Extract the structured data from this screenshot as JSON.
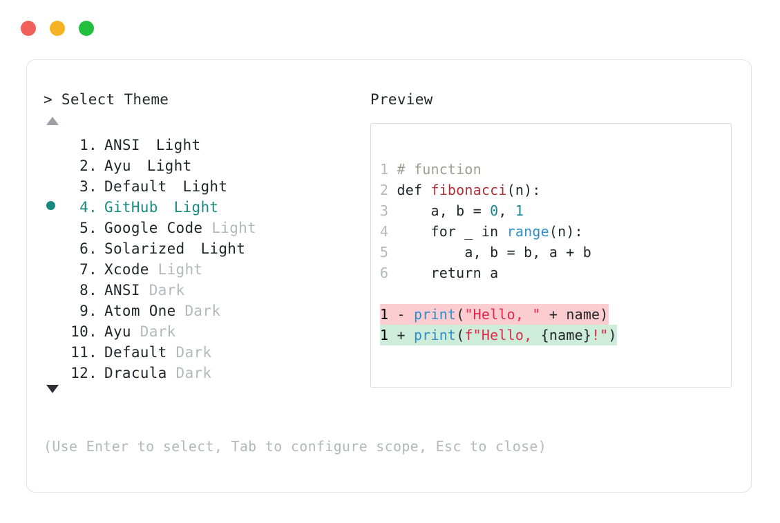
{
  "window_controls": [
    {
      "name": "close",
      "color": "#f2605c"
    },
    {
      "name": "minimize",
      "color": "#f5b323"
    },
    {
      "name": "maximize",
      "color": "#22bf3f"
    }
  ],
  "left_pane": {
    "prompt": "> Select Theme",
    "scroll_up": "▲",
    "scroll_down": "▼",
    "items": [
      {
        "index": "1.",
        "name": "ANSI",
        "mode": "Light",
        "mode_muted": false,
        "selected": false
      },
      {
        "index": "2.",
        "name": "Ayu",
        "mode": "Light",
        "mode_muted": false,
        "selected": false
      },
      {
        "index": "3.",
        "name": "Default",
        "mode": "Light",
        "mode_muted": false,
        "selected": false
      },
      {
        "index": "4.",
        "name": "GitHub",
        "mode": "Light",
        "mode_muted": false,
        "selected": true
      },
      {
        "index": "5.",
        "name": "Google Code",
        "mode": "Light",
        "mode_muted": true,
        "selected": false
      },
      {
        "index": "6.",
        "name": "Solarized",
        "mode": "Light",
        "mode_muted": false,
        "selected": false
      },
      {
        "index": "7.",
        "name": "Xcode",
        "mode": "Light",
        "mode_muted": true,
        "selected": false
      },
      {
        "index": "8.",
        "name": "ANSI",
        "mode": "Dark",
        "mode_muted": true,
        "selected": false
      },
      {
        "index": "9.",
        "name": "Atom One",
        "mode": "Dark",
        "mode_muted": true,
        "selected": false
      },
      {
        "index": "10.",
        "name": "Ayu",
        "mode": "Dark",
        "mode_muted": true,
        "selected": false
      },
      {
        "index": "11.",
        "name": "Default",
        "mode": "Dark",
        "mode_muted": true,
        "selected": false
      },
      {
        "index": "12.",
        "name": "Dracula",
        "mode": "Dark",
        "mode_muted": true,
        "selected": false
      }
    ],
    "hint": "(Use Enter to select, Tab to configure scope, Esc to close)"
  },
  "right_pane": {
    "title": "Preview",
    "code_lines": [
      {
        "ln": "1",
        "tokens": [
          {
            "t": "# function",
            "c": "comment"
          }
        ]
      },
      {
        "ln": "2",
        "tokens": [
          {
            "t": "def ",
            "c": "kw"
          },
          {
            "t": "fibonacci",
            "c": "fn"
          },
          {
            "t": "(n):",
            "c": "plain"
          }
        ]
      },
      {
        "ln": "3",
        "tokens": [
          {
            "t": "    a, b = ",
            "c": "plain"
          },
          {
            "t": "0",
            "c": "num"
          },
          {
            "t": ", ",
            "c": "plain"
          },
          {
            "t": "1",
            "c": "num"
          }
        ]
      },
      {
        "ln": "4",
        "tokens": [
          {
            "t": "    for _ in ",
            "c": "plain"
          },
          {
            "t": "range",
            "c": "builtin"
          },
          {
            "t": "(n):",
            "c": "plain"
          }
        ]
      },
      {
        "ln": "5",
        "tokens": [
          {
            "t": "        a, b = b, a + b",
            "c": "plain"
          }
        ]
      },
      {
        "ln": "6",
        "tokens": [
          {
            "t": "    return a",
            "c": "plain"
          }
        ]
      }
    ],
    "diff_lines": [
      {
        "ln": "1",
        "kind": "removed",
        "sign": "-",
        "background": "#fbcdd1",
        "tokens": [
          {
            "t": "print",
            "c": "print"
          },
          {
            "t": "(",
            "c": "plain"
          },
          {
            "t": "\"Hello, \"",
            "c": "str"
          },
          {
            "t": " + name)",
            "c": "plain"
          }
        ]
      },
      {
        "ln": "1",
        "kind": "added",
        "sign": "+",
        "background": "#cdecd9",
        "tokens": [
          {
            "t": "print",
            "c": "print"
          },
          {
            "t": "(",
            "c": "plain"
          },
          {
            "t": "f\"Hello, ",
            "c": "str"
          },
          {
            "t": "{name}",
            "c": "plain"
          },
          {
            "t": "!\"",
            "c": "str"
          },
          {
            "t": ")",
            "c": "plain"
          }
        ]
      }
    ]
  }
}
